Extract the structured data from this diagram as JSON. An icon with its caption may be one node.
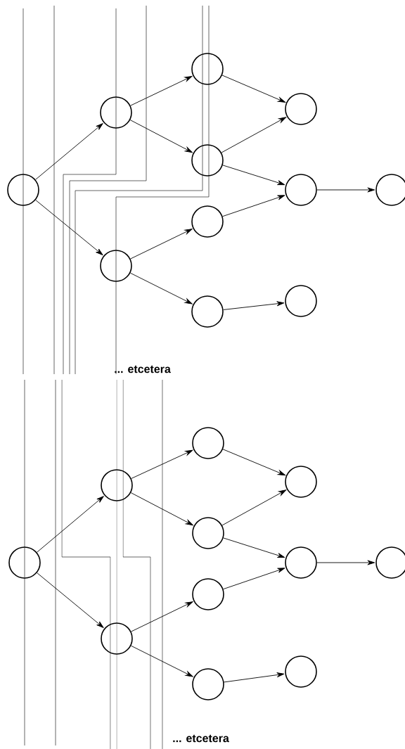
{
  "diagram": {
    "nodes": [
      {
        "text": [],
        "shape": "circle"
      },
      {
        "text": [],
        "shape": "circle"
      },
      {
        "text": [],
        "shape": "circle"
      },
      {
        "text": [],
        "shape": "circle"
      },
      {
        "text": [],
        "shape": "circle"
      },
      {
        "text": [],
        "shape": "circle"
      },
      {
        "text": [],
        "shape": "circle"
      },
      {
        "text": [],
        "shape": "circle"
      },
      {
        "text": [],
        "shape": "circle"
      },
      {
        "text": [],
        "shape": "circle"
      },
      {
        "text": [],
        "shape": "circle"
      },
      {
        "text": [],
        "shape": "circle"
      },
      {
        "text": [],
        "shape": "circle"
      },
      {
        "text": [],
        "shape": "circle"
      },
      {
        "text": [],
        "shape": "circle"
      },
      {
        "text": [],
        "shape": "circle"
      },
      {
        "text": [],
        "shape": "circle"
      },
      {
        "text": [],
        "shape": "circle"
      },
      {
        "text": [],
        "shape": "circle"
      },
      {
        "text": [],
        "shape": "circle"
      },
      {
        "text": [],
        "shape": "circle"
      },
      {
        "text": [],
        "shape": "circle"
      }
    ],
    "edges": [
      {
        "from": 0,
        "to": 1,
        "arrow": "to"
      },
      {
        "from": 0,
        "to": 2,
        "arrow": "to"
      },
      {
        "from": 1,
        "to": 3,
        "arrow": "to"
      },
      {
        "from": 1,
        "to": 4,
        "arrow": "to"
      },
      {
        "from": 2,
        "to": 5,
        "arrow": "to"
      },
      {
        "from": 2,
        "to": 6,
        "arrow": "to"
      },
      {
        "from": 3,
        "to": 7,
        "arrow": "to"
      },
      {
        "from": 4,
        "to": 7,
        "arrow": "to"
      },
      {
        "from": 4,
        "to": 8,
        "arrow": "to"
      },
      {
        "from": 5,
        "to": 8,
        "arrow": "to"
      },
      {
        "from": 6,
        "to": 9,
        "arrow": "to"
      },
      {
        "from": 8,
        "to": 10,
        "arrow": "to"
      },
      {
        "from": 11,
        "to": 12,
        "arrow": "to"
      },
      {
        "from": 11,
        "to": 13,
        "arrow": "to"
      },
      {
        "from": 12,
        "to": 14,
        "arrow": "to"
      },
      {
        "from": 12,
        "to": 15,
        "arrow": "to"
      },
      {
        "from": 13,
        "to": 16,
        "arrow": "to"
      },
      {
        "from": 13,
        "to": 17,
        "arrow": "to"
      },
      {
        "from": 14,
        "to": 18,
        "arrow": "to"
      },
      {
        "from": 15,
        "to": 18,
        "arrow": "to"
      },
      {
        "from": 15,
        "to": 19,
        "arrow": "to"
      },
      {
        "from": 16,
        "to": 19,
        "arrow": "to"
      },
      {
        "from": 17,
        "to": 20,
        "arrow": "to"
      },
      {
        "from": 19,
        "to": 21,
        "arrow": "to"
      }
    ],
    "labels": [
      "... etcetera",
      "... etcetera"
    ]
  }
}
